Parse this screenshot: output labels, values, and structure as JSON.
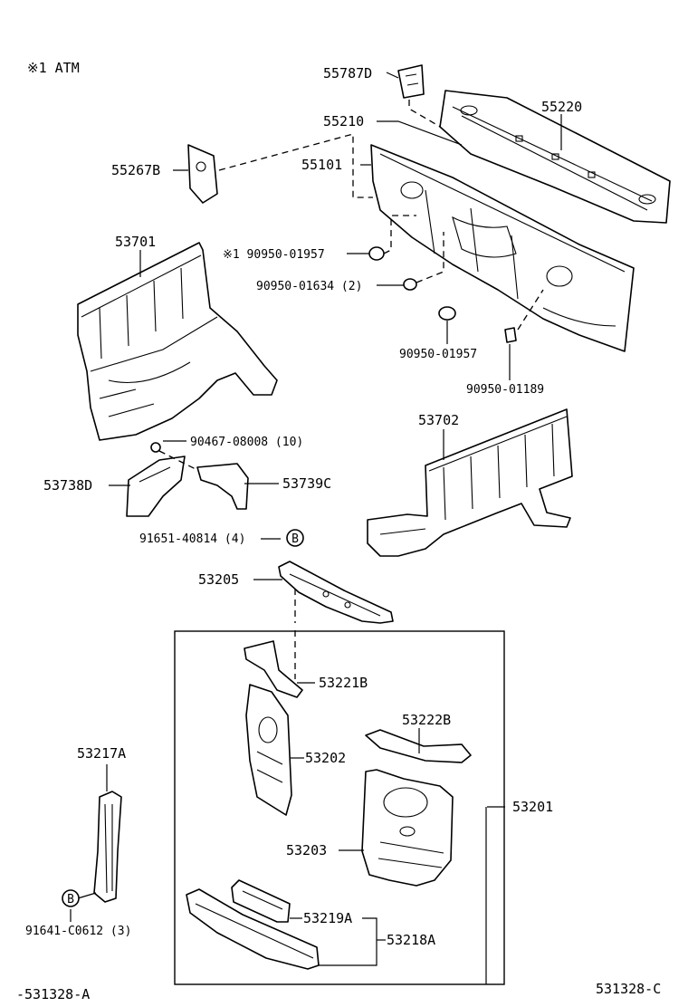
{
  "note": "※1 ATM",
  "labels": {
    "p55787D": "55787D",
    "p55220": "55220",
    "p55210": "55210",
    "p55101": "55101",
    "p55267B": "55267B",
    "p53701": "53701",
    "p9095001957a": "※1 90950-01957",
    "p9095001634": "90950-01634 (2)",
    "p9095001957b": "90950-01957",
    "p9095001189": "90950-01189",
    "p53702": "53702",
    "p9046708008": "90467-08008 (10)",
    "p53738D": "53738D",
    "p53739C": "53739C",
    "p9165140814": "91651-40814 (4)",
    "p53205": "53205",
    "p53221B": "53221B",
    "p53222B": "53222B",
    "p53217A": "53217A",
    "p53202": "53202",
    "p53201": "53201",
    "p53203": "53203",
    "p91641C0612": "91641-C0612 (3)",
    "p53219A": "53219A",
    "p53218A": "53218A"
  },
  "markers": {
    "b1": "B",
    "b2": "B"
  },
  "codes": {
    "left": "-531328-A",
    "right": "531328-C"
  }
}
